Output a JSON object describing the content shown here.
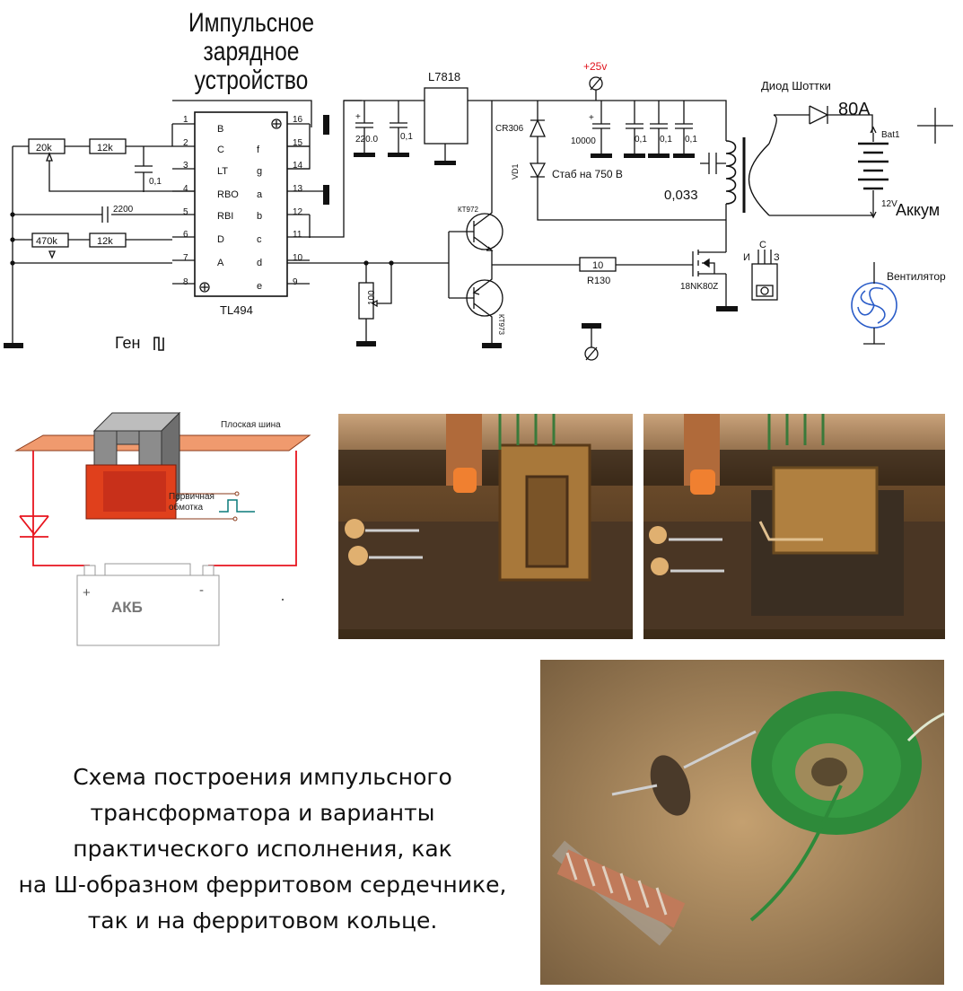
{
  "schematic": {
    "title_line1": "Импульсное зарядное",
    "title_line2": "устройство",
    "ic_name": "TL494",
    "pins_left": [
      "1",
      "2",
      "3",
      "4",
      "5",
      "6",
      "7",
      "8"
    ],
    "pins_right": [
      "16",
      "15",
      "14",
      "13",
      "12",
      "11",
      "10",
      "9"
    ],
    "labels_left": [
      "B",
      "C",
      "LT",
      "RBO",
      "RBI",
      "D",
      "A"
    ],
    "labels_right": [
      "f",
      "g",
      "a",
      "b",
      "c",
      "d",
      "e"
    ],
    "pot_20k": "20k",
    "r_12k_top": "12k",
    "cap_01_left": "0,1",
    "cap_2200": "2200",
    "pot_470k": "470k",
    "r_12k_bottom": "12k",
    "gen_label": "Ген",
    "regulator": "L7818",
    "cap_220": "220.0",
    "cap_01_a": "0,1",
    "supply": "+25v",
    "diode_cr306": "CR306",
    "zener_vd1": "VD1",
    "zener_text": "Стаб на 750 В",
    "cap_10000": "10000",
    "cap_01_b": "0,1",
    "cap_01_c": "0,1",
    "cap_01_d": "0,1",
    "cap_0033": "0,033",
    "schottky": "Диод Шоттки",
    "current_80a": "80A",
    "bat1": "Bat1",
    "v12": "12V",
    "akkum": "Аккум",
    "q_top": "КТ972",
    "q_bottom": "КТ973",
    "r_10": "10",
    "r_130": "R130",
    "mosfet": "18NK80Z",
    "pin_c": "С",
    "pin_i": "И",
    "pin_z": "З",
    "r_100": "100",
    "fan": "Вентилятор"
  },
  "transformer_diagram": {
    "bus_label": "Плоская шина",
    "primary_line1": "Первичная",
    "primary_line2": "обмотка",
    "battery": "АКБ",
    "plus": "+",
    "minus": "-"
  },
  "caption": {
    "line1": "Схема построения импульсного",
    "line2": "трансформатора и варианты",
    "line3": "практического исполнения, как",
    "line4": "на Ш-образном ферритовом сердечнике,",
    "line5": "так и на ферритовом кольце."
  },
  "colors": {
    "supply_label": "#e0141e",
    "wire_red": "#e8141e",
    "busbar": "#f09a6e",
    "core_gray": "#8c8c8c",
    "winding_red": "#e0401c",
    "fan_blue": "#2a5cc8"
  }
}
